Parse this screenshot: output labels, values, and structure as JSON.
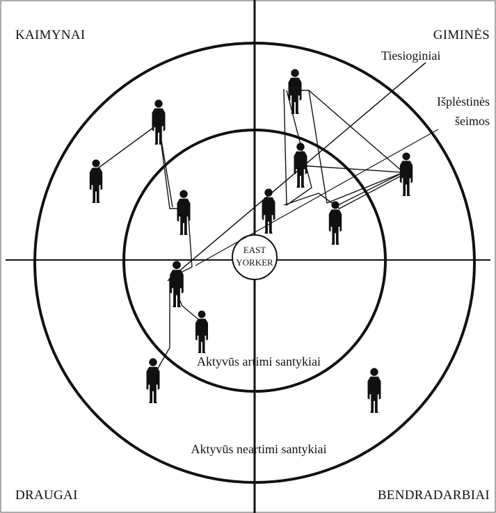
{
  "quadrants": {
    "top_left": "KAIMYNAI",
    "top_right": "GIMINĖS",
    "bottom_left": "DRAUGAI",
    "bottom_right": "BENDRADARBIAI"
  },
  "labels": {
    "direct": "Tiesioginiai",
    "extended_line1": "Išplėstinės",
    "extended_line2": "šeimos",
    "inner_ring": "Aktyvūs artimi santykiai",
    "outer_ring": "Aktyvūs neartimi santykiai"
  },
  "center": {
    "line1": "EAST",
    "line2": "YORKER"
  }
}
